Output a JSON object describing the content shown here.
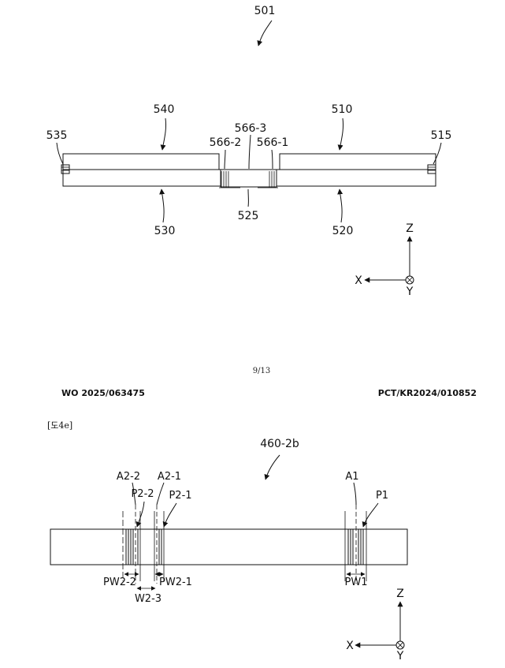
{
  "top_figure": {
    "ref": "501",
    "labels": {
      "l540": "540",
      "l510": "510",
      "l535": "535",
      "l515": "515",
      "l566_3": "566-3",
      "l566_2": "566-2",
      "l566_1": "566-1",
      "l525": "525",
      "l530": "530",
      "l520": "520"
    },
    "axes": {
      "z": "Z",
      "x": "X",
      "y": "Y"
    }
  },
  "page_number": "9/13",
  "header": {
    "left": "WO 2025/063475",
    "right": "PCT/KR2024/010852"
  },
  "figure_title": "[도4e]",
  "bottom_figure": {
    "ref": "460-2b",
    "labels": {
      "a2_2": "A2-2",
      "a2_1": "A2-1",
      "a1": "A1",
      "p2_2": "P2-2",
      "p2_1": "P2-1",
      "p1": "P1",
      "pw2_2": "PW2-2",
      "pw2_1": "PW2-1",
      "pw1": "PW1",
      "w2_3": "W2-3"
    },
    "axes": {
      "z": "Z",
      "x": "X",
      "y": "Y"
    }
  }
}
